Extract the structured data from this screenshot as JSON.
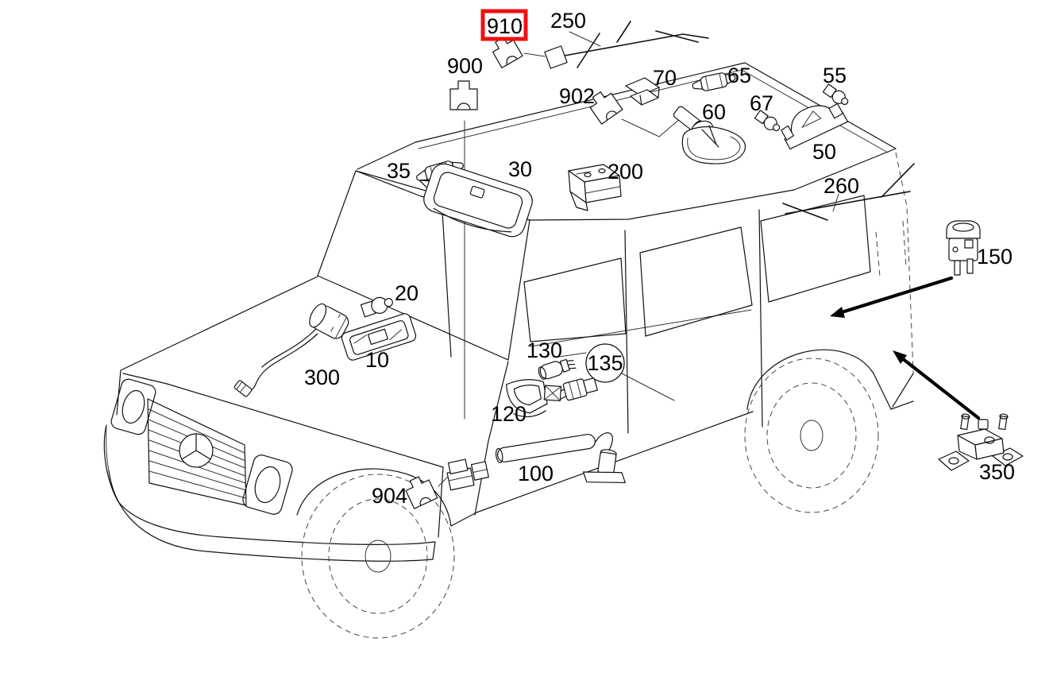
{
  "diagram": {
    "background": "#ffffff",
    "line_color": "#111111",
    "vehicle": "off-road SUV front three-quarter exploded-parts line drawing",
    "highlight": {
      "part_number": "910",
      "box_color": "#ee1111"
    },
    "parts": [
      {
        "number": "910",
        "icon": "harness-connector-icon",
        "highlighted": true
      },
      {
        "number": "250",
        "icon": "wiring-harness-icon"
      },
      {
        "number": "900",
        "icon": "harness-connector-icon"
      },
      {
        "number": "902",
        "icon": "harness-connector-icon"
      },
      {
        "number": "70",
        "icon": "mounting-clip-icon"
      },
      {
        "number": "65",
        "icon": "festoon-bulb-icon"
      },
      {
        "number": "60",
        "icon": "reading-lamp-icon"
      },
      {
        "number": "67",
        "icon": "bulb-icon"
      },
      {
        "number": "55",
        "icon": "bulb-icon"
      },
      {
        "number": "50",
        "icon": "interior-lamp-icon"
      },
      {
        "number": "35",
        "icon": "festoon-bulb-icon"
      },
      {
        "number": "30",
        "icon": "dome-lamp-icon"
      },
      {
        "number": "200",
        "icon": "control-module-icon"
      },
      {
        "number": "260",
        "icon": "wiring-harness-icon"
      },
      {
        "number": "150",
        "icon": "door-contact-switch-icon"
      },
      {
        "number": "20",
        "icon": "bulb-icon"
      },
      {
        "number": "10",
        "icon": "lamp-housing-icon"
      },
      {
        "number": "300",
        "icon": "hand-lamp-with-cable-icon"
      },
      {
        "number": "130",
        "icon": "bulb-socket-icon"
      },
      {
        "number": "135",
        "icon": "connector-icon",
        "circled": true
      },
      {
        "number": "120",
        "icon": "lamp-housing-icon"
      },
      {
        "number": "100",
        "icon": "tube-lamp-icon"
      },
      {
        "number": "904",
        "icon": "harness-connector-icon"
      },
      {
        "number": "350",
        "icon": "control-module-icon"
      }
    ]
  }
}
